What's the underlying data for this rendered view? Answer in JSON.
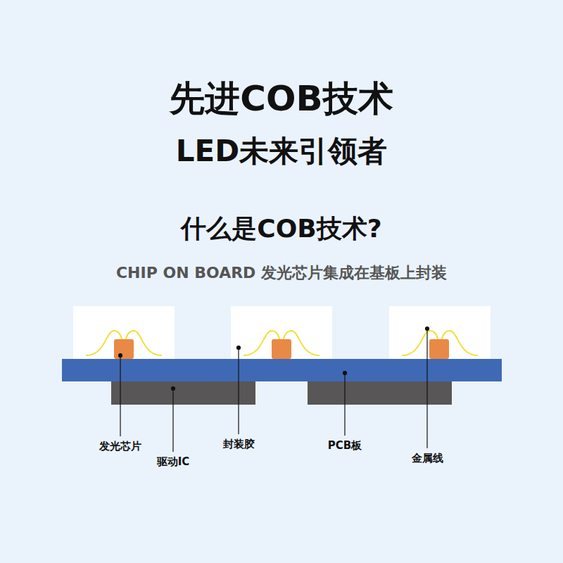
{
  "diagram": {
    "title": "先进COB技术",
    "labels": [
      "LED未来引领者",
      "什么是COB技术?",
      "CHIP ON BOARD 发光芯片集成在基板上封装",
      "发光芯片",
      "驱动IC",
      "封装胶",
      "PCB板",
      "金属线"
    ]
  }
}
